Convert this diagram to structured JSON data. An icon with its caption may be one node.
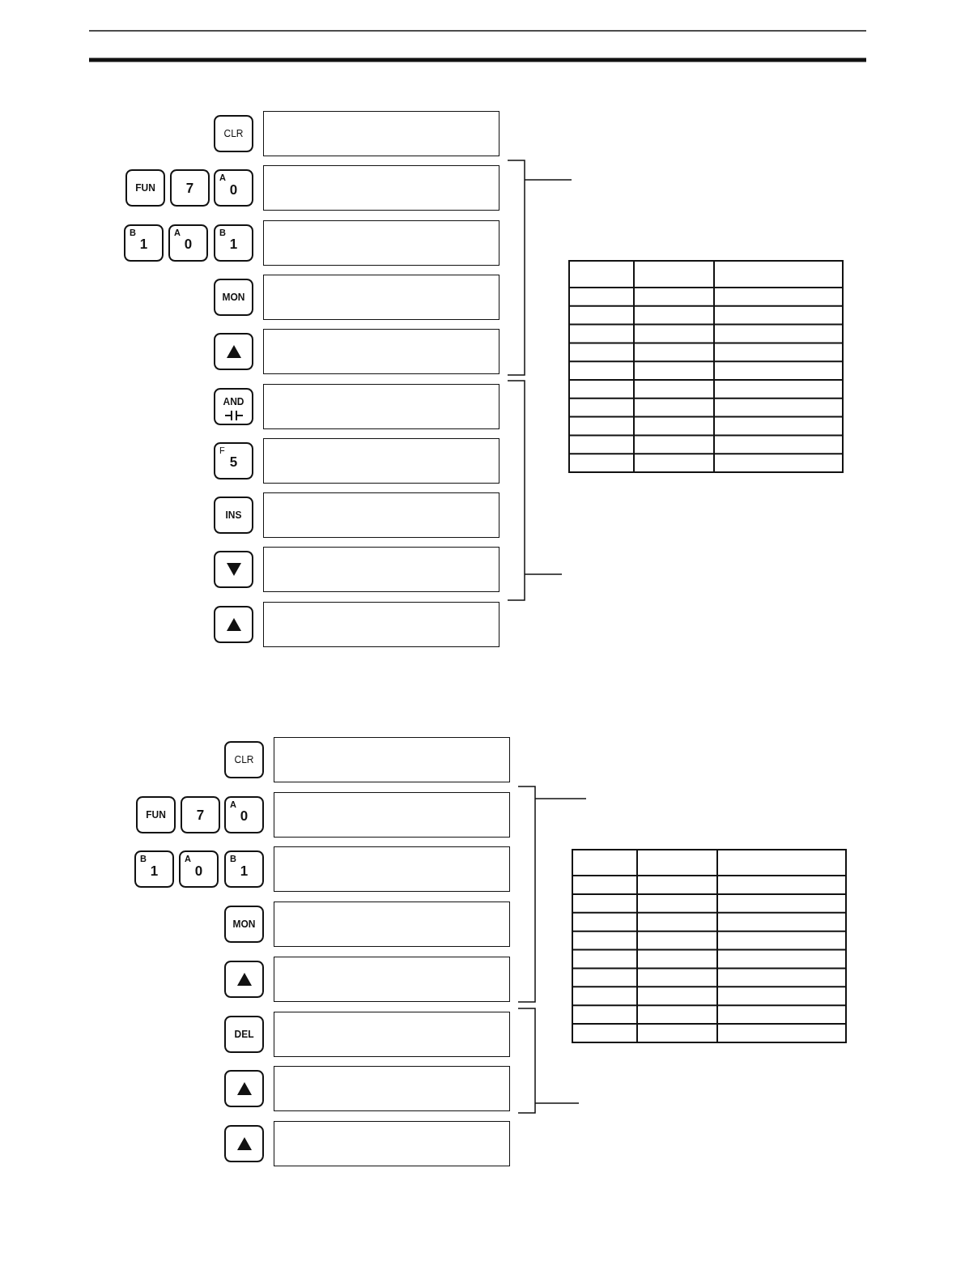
{
  "diagram": {
    "nodes": [
      {
        "text": [
          "CLR"
        ]
      },
      {
        "text": [],
        "shape": "box"
      },
      {
        "text": [
          "FUN"
        ]
      },
      {
        "text": [
          "7"
        ]
      },
      {
        "text": [
          "A",
          "0"
        ]
      },
      {
        "text": [],
        "shape": "box"
      },
      {
        "text": [
          "B",
          "1"
        ]
      },
      {
        "text": [
          "A",
          "0"
        ]
      },
      {
        "text": [
          "B",
          "1"
        ]
      },
      {
        "text": [],
        "shape": "box"
      },
      {
        "text": [
          "MON"
        ]
      },
      {
        "text": [],
        "shape": "box"
      },
      {
        "text": [],
        "shape": "box"
      },
      {
        "text": [],
        "shape": "box"
      },
      {
        "text": [
          "AND"
        ]
      },
      {
        "text": [],
        "shape": "box"
      },
      {
        "text": [
          "F",
          "5"
        ]
      },
      {
        "text": [],
        "shape": "box"
      },
      {
        "text": [
          "INS"
        ]
      },
      {
        "text": [],
        "shape": "box"
      },
      {
        "text": [],
        "shape": "box"
      },
      {
        "text": [],
        "shape": "box"
      },
      {
        "text": [],
        "shape": "box"
      },
      {
        "text": [],
        "shape": "box"
      },
      {
        "text": [
          "CLR"
        ]
      },
      {
        "text": [],
        "shape": "box"
      },
      {
        "text": [
          "FUN"
        ]
      },
      {
        "text": [
          "7"
        ]
      },
      {
        "text": [
          "A",
          "0"
        ]
      },
      {
        "text": [],
        "shape": "box"
      },
      {
        "text": [
          "B",
          "1"
        ]
      },
      {
        "text": [
          "A",
          "0"
        ]
      },
      {
        "text": [
          "B",
          "1"
        ]
      },
      {
        "text": [],
        "shape": "box"
      },
      {
        "text": [
          "MON"
        ]
      },
      {
        "text": [],
        "shape": "box"
      },
      {
        "text": [],
        "shape": "box"
      },
      {
        "text": [],
        "shape": "box"
      },
      {
        "text": [
          "DEL"
        ]
      },
      {
        "text": [],
        "shape": "box"
      },
      {
        "text": [],
        "shape": "box"
      },
      {
        "text": [],
        "shape": "box"
      },
      {
        "text": [],
        "shape": "box"
      },
      {
        "text": [],
        "shape": "box"
      }
    ]
  }
}
